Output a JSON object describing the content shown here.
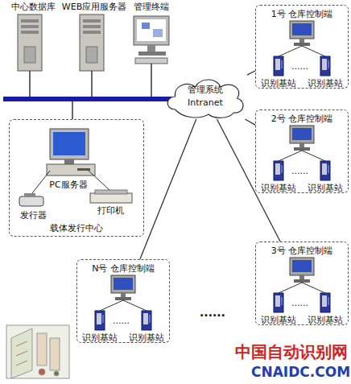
{
  "diagram": {
    "nodes": [
      {
        "text": [
          "中心数据库"
        ]
      },
      {
        "text": [
          "WEB应用服务器"
        ]
      },
      {
        "text": [
          "管理终端"
        ]
      },
      {
        "text": [
          "载体发行中心"
        ]
      },
      {
        "text": [
          "PC服务器"
        ],
        "in": 3
      },
      {
        "text": [
          "发行器"
        ],
        "in": 3
      },
      {
        "text": [
          "打印机"
        ],
        "in": 3
      },
      {
        "text": [
          "管理系统",
          "Intranet"
        ]
      },
      {
        "text": [
          "1号 仓库控制端"
        ]
      },
      {
        "text": [
          "识别基站"
        ],
        "in": 8
      },
      {
        "text": [
          "识别基站"
        ],
        "in": 8
      },
      {
        "text": [
          "2号 仓库控制端"
        ]
      },
      {
        "text": [
          "识别基站"
        ],
        "in": 11
      },
      {
        "text": [
          "识别基站"
        ],
        "in": 11
      },
      {
        "text": [
          "3号 仓库控制端"
        ]
      },
      {
        "text": [
          "识别基站"
        ],
        "in": 14
      },
      {
        "text": [
          "识别基站"
        ],
        "in": 14
      },
      {
        "text": [
          "N号 仓库控制端"
        ]
      },
      {
        "text": [
          "识别基站"
        ],
        "in": 17
      },
      {
        "text": [
          "识别基站"
        ],
        "in": 17
      }
    ],
    "edges": [
      {
        "from": 7,
        "to": 8,
        "arrow": "none"
      },
      {
        "from": 7,
        "to": 11,
        "arrow": "none"
      },
      {
        "from": 7,
        "to": 14,
        "arrow": "none"
      },
      {
        "from": 7,
        "to": 17,
        "arrow": "none"
      }
    ],
    "labels": [
      "......",
      "......",
      "......",
      "......",
      "......",
      "中国自动识别网",
      "CNAIDC.COM"
    ]
  }
}
